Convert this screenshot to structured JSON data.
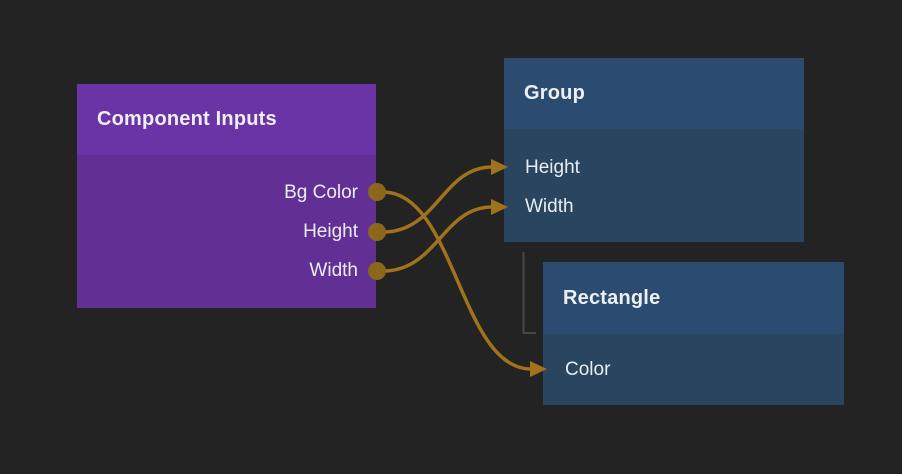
{
  "canvas": {
    "background": "#232323"
  },
  "nodes": {
    "component_inputs": {
      "title": "Component Inputs",
      "kind": "output-node",
      "colors": {
        "header": "#6a34a6",
        "body": "#623094"
      },
      "outputs": [
        {
          "label": "Bg Color"
        },
        {
          "label": "Height"
        },
        {
          "label": "Width"
        }
      ]
    },
    "group": {
      "title": "Group",
      "kind": "layer-node",
      "colors": {
        "header": "#2b4c70",
        "body": "#294560"
      },
      "inputs": [
        {
          "label": "Height"
        },
        {
          "label": "Width"
        }
      ]
    },
    "rectangle": {
      "title": "Rectangle",
      "kind": "layer-node",
      "colors": {
        "header": "#2b4c70",
        "body": "#294560"
      },
      "inputs": [
        {
          "label": "Color"
        }
      ]
    }
  },
  "edges": [
    {
      "from": "Component Inputs.Bg Color",
      "to": "Rectangle.Color"
    },
    {
      "from": "Component Inputs.Height",
      "to": "Group.Height"
    },
    {
      "from": "Component Inputs.Width",
      "to": "Group.Width"
    }
  ],
  "hierarchy_edge": {
    "parent": "Group",
    "child": "Rectangle"
  },
  "colors": {
    "wire": "#a0721c",
    "port": "#8b671c",
    "arrow": "#a0721c",
    "hierarchy_line": "#474747",
    "text": "#e9edf2"
  }
}
